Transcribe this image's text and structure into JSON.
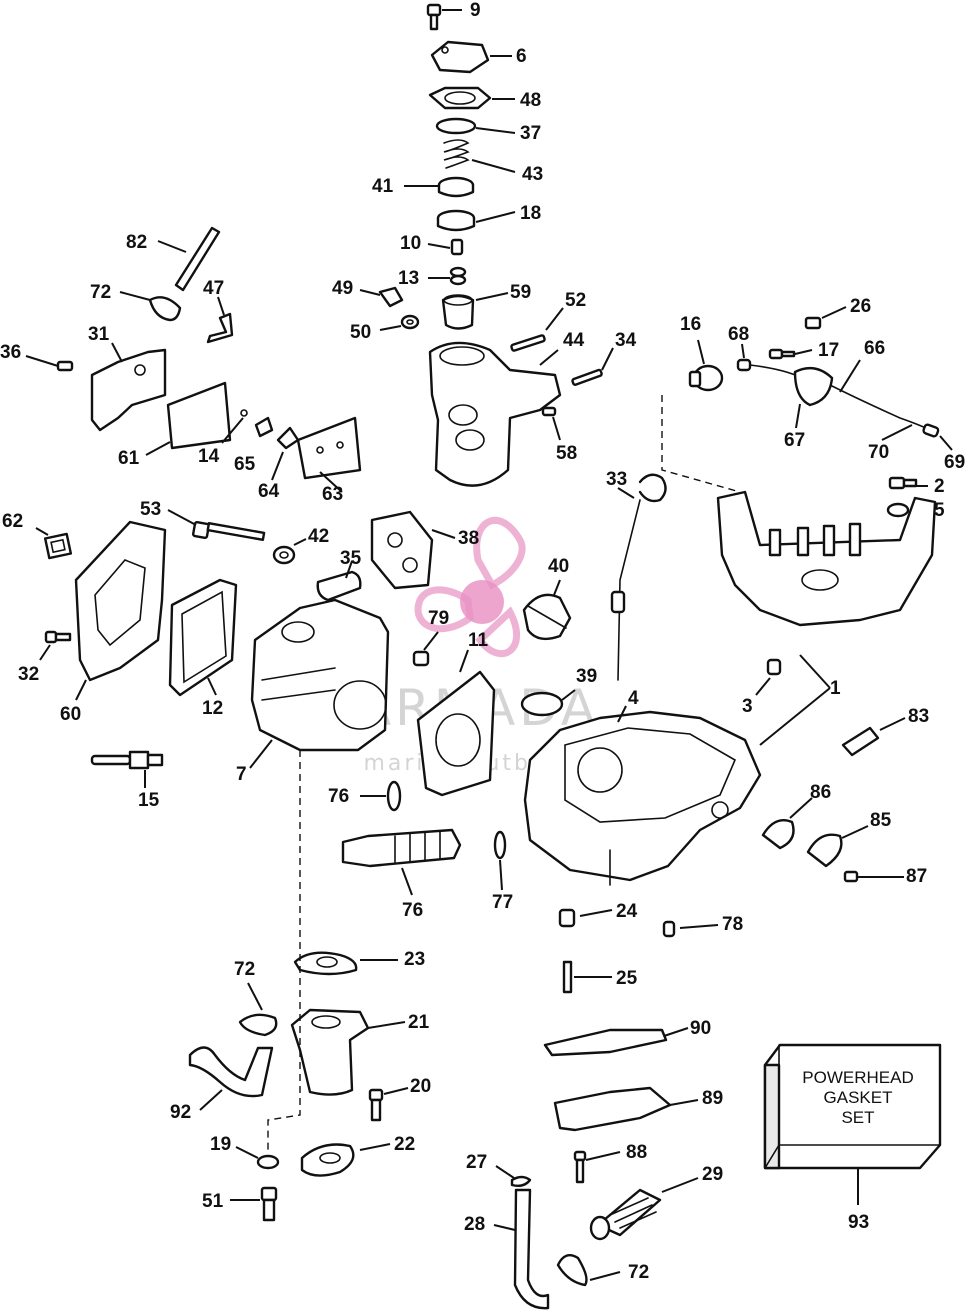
{
  "watermark": {
    "brand": "ARMADA",
    "tagline": "marine outboard"
  },
  "kit_box": {
    "lines": [
      "POWERHEAD",
      "GASKET",
      "SET"
    ]
  },
  "callouts": {
    "c1": "1",
    "c2": "2",
    "c3": "3",
    "c4": "4",
    "c5": "5",
    "c6": "6",
    "c7": "7",
    "c9": "9",
    "c10": "10",
    "c11": "11",
    "c12": "12",
    "c13": "13",
    "c14": "14",
    "c15": "15",
    "c16": "16",
    "c17": "17",
    "c18": "18",
    "c19": "19",
    "c20": "20",
    "c21": "21",
    "c22": "22",
    "c23": "23",
    "c24": "24",
    "c25": "25",
    "c26": "26",
    "c27": "27",
    "c28": "28",
    "c29": "29",
    "c31": "31",
    "c32": "32",
    "c33": "33",
    "c34": "34",
    "c35": "35",
    "c36": "36",
    "c37": "37",
    "c38": "38",
    "c39": "39",
    "c40": "40",
    "c41": "41",
    "c42": "42",
    "c43": "43",
    "c44": "44",
    "c47": "47",
    "c48": "48",
    "c49": "49",
    "c50": "50",
    "c51": "51",
    "c52": "52",
    "c53": "53",
    "c58": "58",
    "c59": "59",
    "c60": "60",
    "c61": "61",
    "c62": "62",
    "c63": "63",
    "c64": "64",
    "c65": "65",
    "c66": "66",
    "c67": "67",
    "c68": "68",
    "c69": "69",
    "c70": "70",
    "c72a": "72",
    "c72b": "72",
    "c72c": "72",
    "c76a": "76",
    "c76b": "76",
    "c77": "77",
    "c78": "78",
    "c79": "79",
    "c82": "82",
    "c83": "83",
    "c85": "85",
    "c86": "86",
    "c87": "87",
    "c88": "88",
    "c89": "89",
    "c90": "90",
    "c92": "92",
    "c93": "93"
  }
}
